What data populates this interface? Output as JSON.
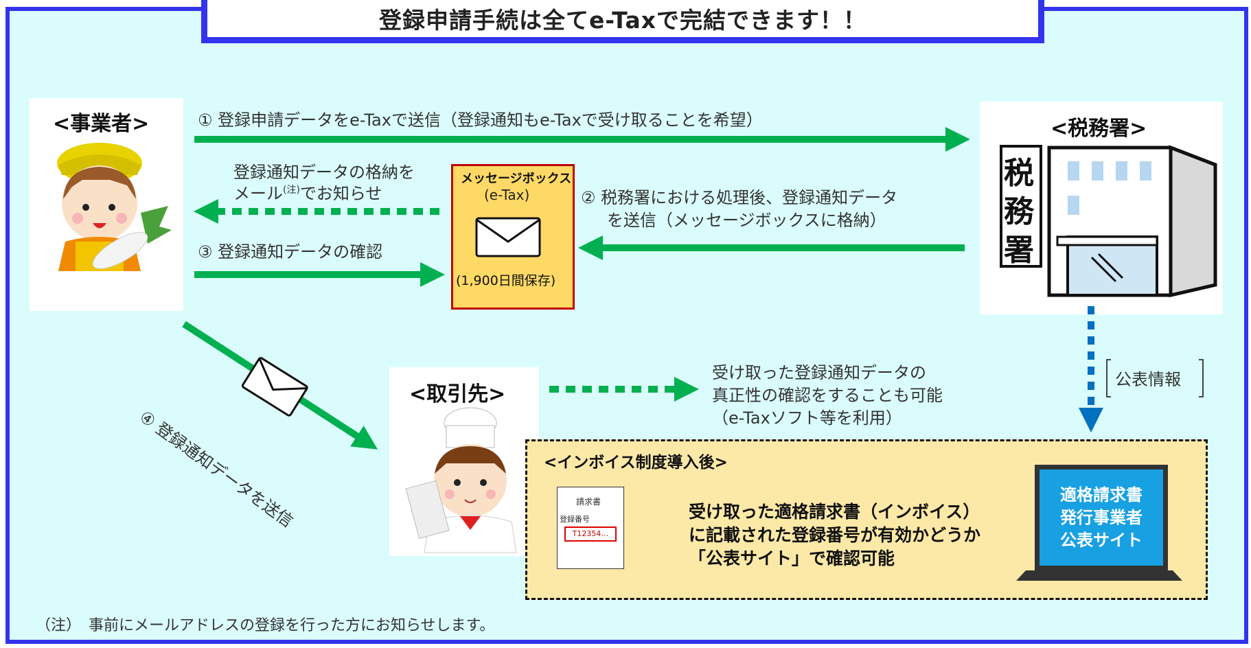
{
  "title": "登録申請手続は全てe-Taxで完結できます！！",
  "actors": {
    "business": "<事業者>",
    "tax_office": "<税務署>",
    "partner": "<取引先>"
  },
  "tax_office_sign": [
    "税",
    "務",
    "署"
  ],
  "steps": {
    "step1": "① 登録申請データをe-Taxで送信（登録通知もe-Taxで受け取ることを希望）",
    "notify_line1": "登録通知データの格納を",
    "notify_line2": "メール",
    "notify_sup": "(注)",
    "notify_line2b": "でお知らせ",
    "step2_line1": "② 税務署における処理後、登録通知データ",
    "step2_line2": "を送信（メッセージボックスに格納）",
    "step3": "③ 登録通知データの確認",
    "step4": "④ 登録通知データを送信"
  },
  "message_box": {
    "title": "メッセージボックス",
    "subtitle": "(e-Tax)",
    "retention": "(1,900日間保存)"
  },
  "partner_note": {
    "line1": "受け取った登録通知データの",
    "line2": "真正性の確認をすることも可能",
    "line3": "（e-Taxソフト等を利用）"
  },
  "public_info": "公表情報",
  "invoice": {
    "heading": "<インボイス制度導入後>",
    "doc_title": "請求書",
    "doc_label": "登録番号",
    "doc_number": "T12354…",
    "text_line1": "受け取った適格請求書（インボイス）",
    "text_line2": "に記載された登録番号が有効かどうか",
    "text_line3": "「公表サイト」で確認可能",
    "site_line1": "適格請求書",
    "site_line2": "発行事業者",
    "site_line3": "公表サイト"
  },
  "footnote": "（注）　事前にメールアドレスの登録を行った方にお知らせします。",
  "colors": {
    "frame_blue": "#3333ee",
    "arrow_green": "#00b050",
    "arrow_blue": "#0070c0",
    "msg_box_fill": "#ffd966",
    "msg_box_border": "#c00000",
    "invoice_fill": "#fde9a7",
    "site_screen": "#17a0e2"
  }
}
